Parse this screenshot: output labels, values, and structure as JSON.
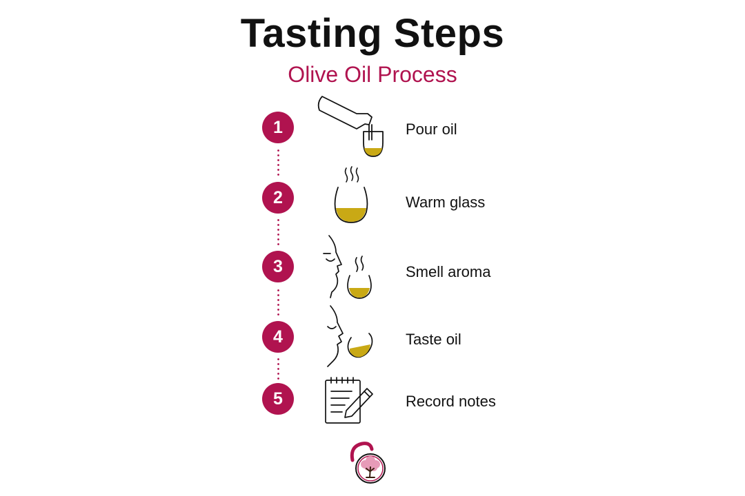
{
  "title": "Tasting Steps",
  "subtitle": "Olive Oil Process",
  "colors": {
    "accent": "#b0134f",
    "oil": "#c9a915",
    "ink": "#111111"
  },
  "steps": [
    {
      "number": "1",
      "label": "Pour oil",
      "icon": "pour-bottle-icon"
    },
    {
      "number": "2",
      "label": "Warm glass",
      "icon": "warm-glass-icon"
    },
    {
      "number": "3",
      "label": "Smell aroma",
      "icon": "smell-face-icon"
    },
    {
      "number": "4",
      "label": "Taste oil",
      "icon": "taste-face-icon"
    },
    {
      "number": "5",
      "label": "Record notes",
      "icon": "notepad-pencil-icon"
    }
  ],
  "logo": {
    "icon": "olive-tree-logo-icon"
  }
}
